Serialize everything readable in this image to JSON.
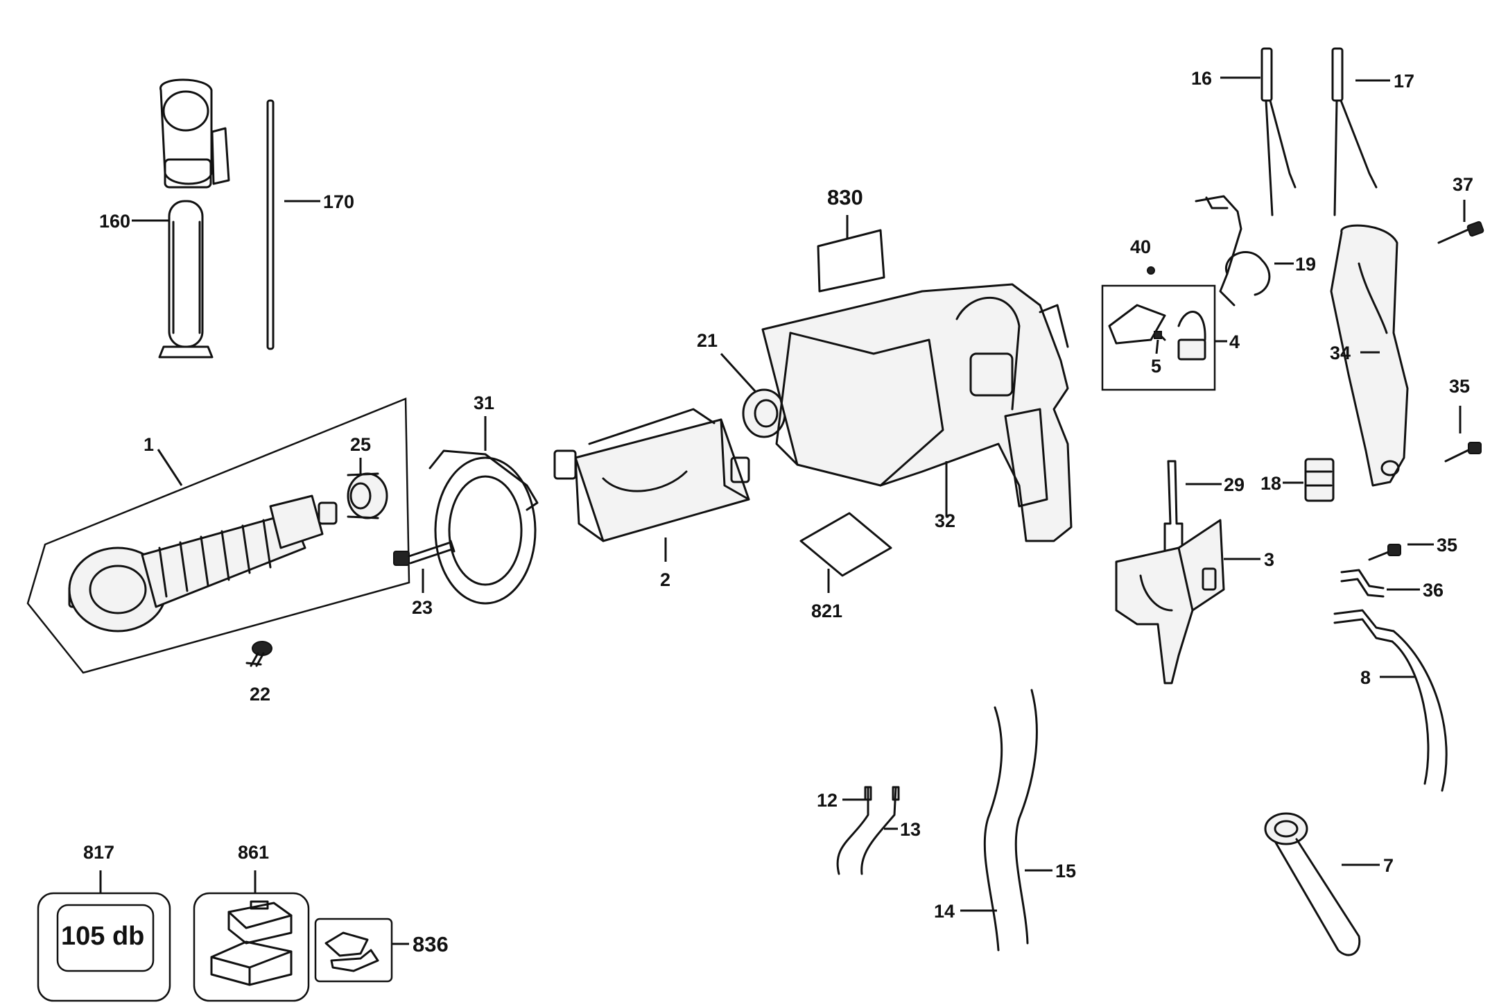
{
  "callouts": {
    "c1": "1",
    "c2": "2",
    "c3": "3",
    "c4": "4",
    "c5": "5",
    "c7": "7",
    "c8": "8",
    "c12": "12",
    "c13": "13",
    "c14": "14",
    "c15": "15",
    "c16": "16",
    "c17": "17",
    "c18": "18",
    "c19": "19",
    "c21": "21",
    "c22": "22",
    "c23": "23",
    "c25": "25",
    "c29": "29",
    "c31": "31",
    "c32": "32",
    "c34": "34",
    "c35a": "35",
    "c35b": "35",
    "c36": "36",
    "c37": "37",
    "c40": "40",
    "c160": "160",
    "c170": "170",
    "c817": "817",
    "c821": "821",
    "c830": "830",
    "c836": "836",
    "c861": "861"
  },
  "noise_label": "105 db"
}
